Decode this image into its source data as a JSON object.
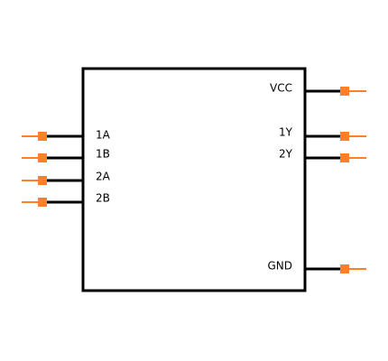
{
  "schematic": {
    "colors": {
      "body_outline": "#000000",
      "pin_line": "#000000",
      "pin_stub": "#ff7f2a",
      "label_text": "#000000",
      "background": "#ffffff"
    },
    "left_pins": [
      {
        "label": "1A"
      },
      {
        "label": "1B"
      },
      {
        "label": "2A"
      },
      {
        "label": "2B"
      }
    ],
    "right_pins": [
      {
        "label": "VCC"
      },
      {
        "label": "1Y"
      },
      {
        "label": "2Y"
      },
      {
        "label": "GND"
      }
    ]
  }
}
